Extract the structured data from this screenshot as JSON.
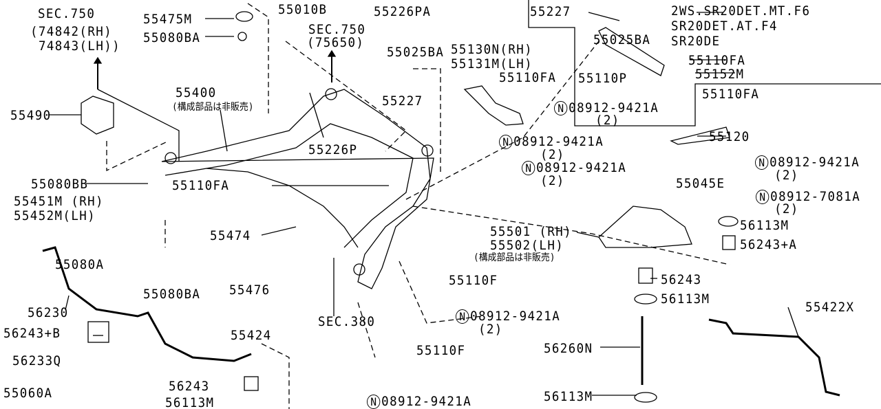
{
  "variant_note": [
    "2WS.SR20DET.MT.F6",
    "SR20DET.AT.F4",
    "SR20DE"
  ],
  "nut_symbol": "N",
  "labels": {
    "sec750_a": "SEC.750",
    "sec750_a_rh": "(74842(RH)",
    "sec750_a_lh": "74843(LH))",
    "p55475M": "55475M",
    "p55080BA_top": "55080BA",
    "p55010B": "55010B",
    "sec750_b": "SEC.750",
    "sec750_b_sub": "(75650)",
    "p55226PA": "55226PA",
    "p55227_top": "55227",
    "p55025BA_top": "55025BA",
    "p55025BA_mid": "55025BA",
    "p55227_mid": "55227",
    "p55130N": "55130N(RH)",
    "p55131M": "55131M(LH)",
    "p55110FA_arm": "55110FA",
    "p55110FA_link": "55110FA",
    "p55110P": "55110P",
    "p55152M": "55152M",
    "p55110FA_right": "55110FA",
    "nut_a": "08912-9421A",
    "nut_a_qty": "(2)",
    "p55400": "55400",
    "p55400_note": "(構成部品は非販売)",
    "p55490": "55490",
    "p55120": "55120",
    "nut_b": "08912-9421A",
    "nut_b_qty": "(2)",
    "nut_c": "08912-9421A",
    "nut_c_qty": "(2)",
    "nut_d": "08912-9421A",
    "nut_d_qty": "(2)",
    "p55226P": "55226P",
    "p55110FA_center": "55110FA",
    "p55080BB": "55080BB",
    "p55045E": "55045E",
    "nut_e": "08912-7081A",
    "nut_e_qty": "(2)",
    "p55451M": "55451M (RH)",
    "p55452M": "55452M(LH)",
    "p55474": "55474",
    "p56113M_right": "56113M",
    "p55501": "55501 (RH)",
    "p55502": "55502(LH)",
    "p55501_note": "(構成部品は非販売)",
    "p56243A": "56243+A",
    "p55080A": "55080A",
    "p55080BA_low": "55080BA",
    "p55476": "55476",
    "p55110F_a": "55110F",
    "p56243_right": "56243",
    "p56113M_right2": "56113M",
    "p56230": "56230",
    "sec380": "SEC.380",
    "nut_f": "08912-9421A",
    "nut_f_qty": "(2)",
    "p55422X": "55422X",
    "p56243B": "56243+B",
    "p56233Q": "56233Q",
    "p55424": "55424",
    "p55110F_b": "55110F",
    "p56260N": "56260N",
    "p55060A": "55060A",
    "p56243_low": "56243",
    "p56113M_low": "56113M",
    "nut_g": "08912-9421A",
    "p56113M_bottom": "56113M"
  }
}
